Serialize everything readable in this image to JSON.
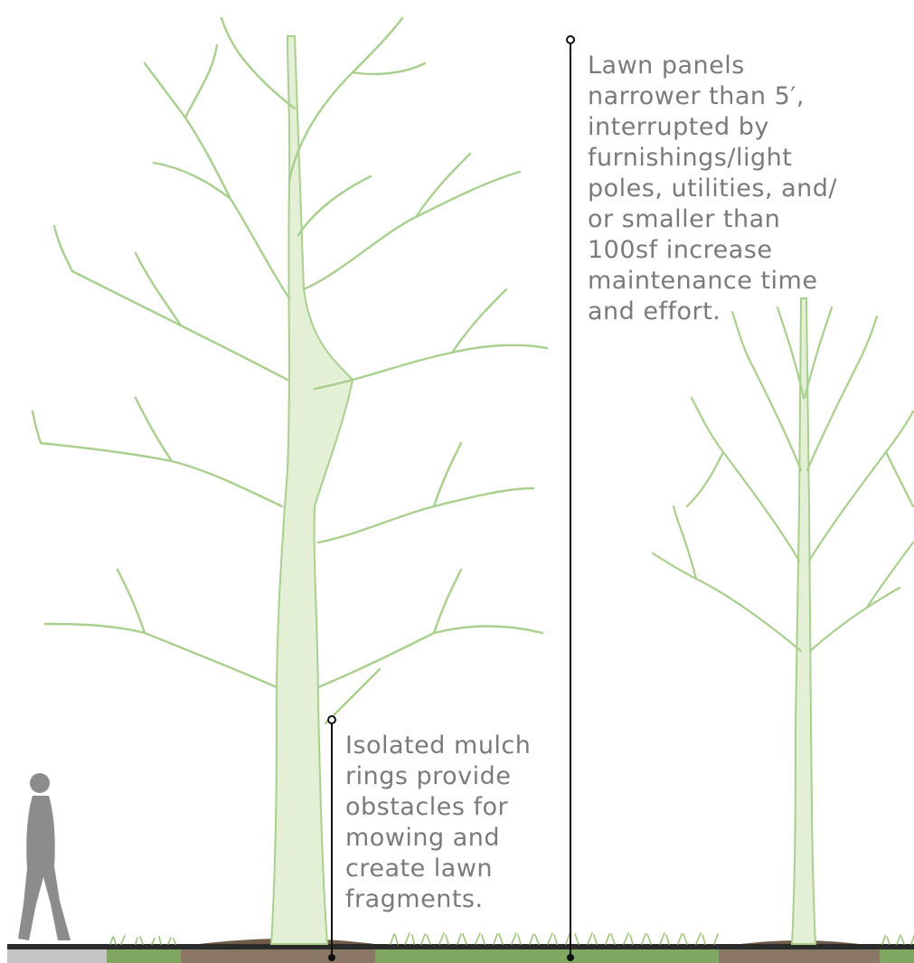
{
  "annotations": {
    "lawn_panels": {
      "lines": [
        "Lawn panels",
        "narrower than 5′,",
        "interrupted by",
        "furnishings/light",
        "poles, utilities, and/",
        "or smaller than",
        "100sf increase",
        "maintenance time",
        "and effort."
      ]
    },
    "mulch_rings": {
      "lines": [
        "Isolated mulch",
        "rings provide",
        "obstacles for",
        "mowing and",
        "create lawn",
        "fragments."
      ]
    }
  },
  "colors": {
    "tree_branch": "#a9cf8e",
    "tree_fill": "#e4f0d6",
    "lawn": "#7fa761",
    "mulch": "#8a7765",
    "sidewalk": "#c4c4c4",
    "ground_line": "#2a2a2a",
    "person": "#8c8c8c",
    "leader": "#111111",
    "annotation_text": "#7a7a7a"
  }
}
